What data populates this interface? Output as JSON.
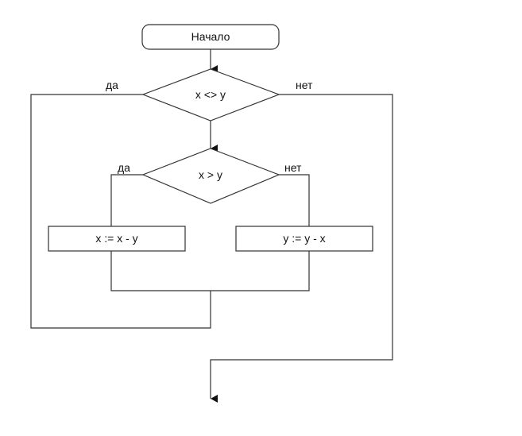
{
  "flowchart": {
    "start": "Начало",
    "condition1": "x <> y",
    "condition1_yes": "да",
    "condition1_no": "нет",
    "condition2": "x > y",
    "condition2_yes": "да",
    "condition2_no": "нет",
    "process_left": "x := x - y",
    "process_right": "y := y - x"
  }
}
